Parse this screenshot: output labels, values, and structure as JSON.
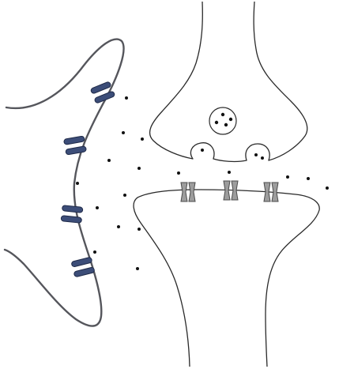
{
  "diagram": {
    "colors": {
      "background": "#ffffff",
      "cell_outline": "#2a2a2a",
      "glial_outline": "#55565c",
      "transporter_fill": "#3c4d78",
      "transporter_outline": "#1f2a48",
      "receptor_fill": "#9d9d9d",
      "receptor_outline": "#4c4c4c",
      "molecule": "#111111"
    },
    "components": {
      "presynaptic_terminal": {
        "icon": "presynaptic-terminal-outline"
      },
      "postsynaptic_terminal": {
        "icon": "postsynaptic-terminal-outline"
      },
      "glial_process": {
        "icon": "glial-membrane-outline"
      },
      "synaptic_vesicle": {
        "icon": "vesicle-circle",
        "molecules_inside": 4
      },
      "fusing_vesicles": {
        "icon": "fusion-pore-opening",
        "count": 2
      },
      "receptors": {
        "icon": "ion-channel-receptor",
        "count": 3
      },
      "transporters": {
        "icon": "membrane-transporter",
        "count": 4
      },
      "free_molecules": {
        "icon": "molecule-dot"
      }
    }
  }
}
